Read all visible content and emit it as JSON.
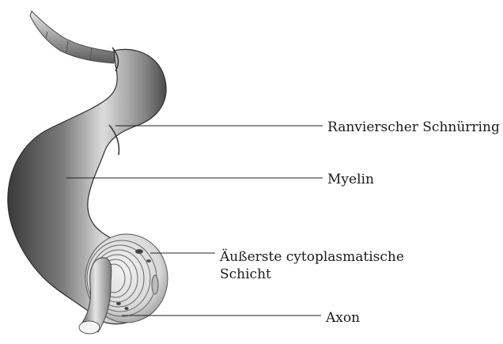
{
  "labels": {
    "ranvier": "Ranvierscher Schnürring",
    "myelin": "Myelin",
    "outer_layer_line1": "Äußerste cytoplasmatische",
    "outer_layer_line2": "Schicht",
    "axon": "Axon"
  },
  "colors": {
    "background": "#ffffff",
    "fiber_dark": "#3a3a3a",
    "fiber_mid": "#8c8c8c",
    "fiber_light": "#e4e4e4",
    "leader_line": "#222222",
    "text": "#1a1a1a"
  }
}
